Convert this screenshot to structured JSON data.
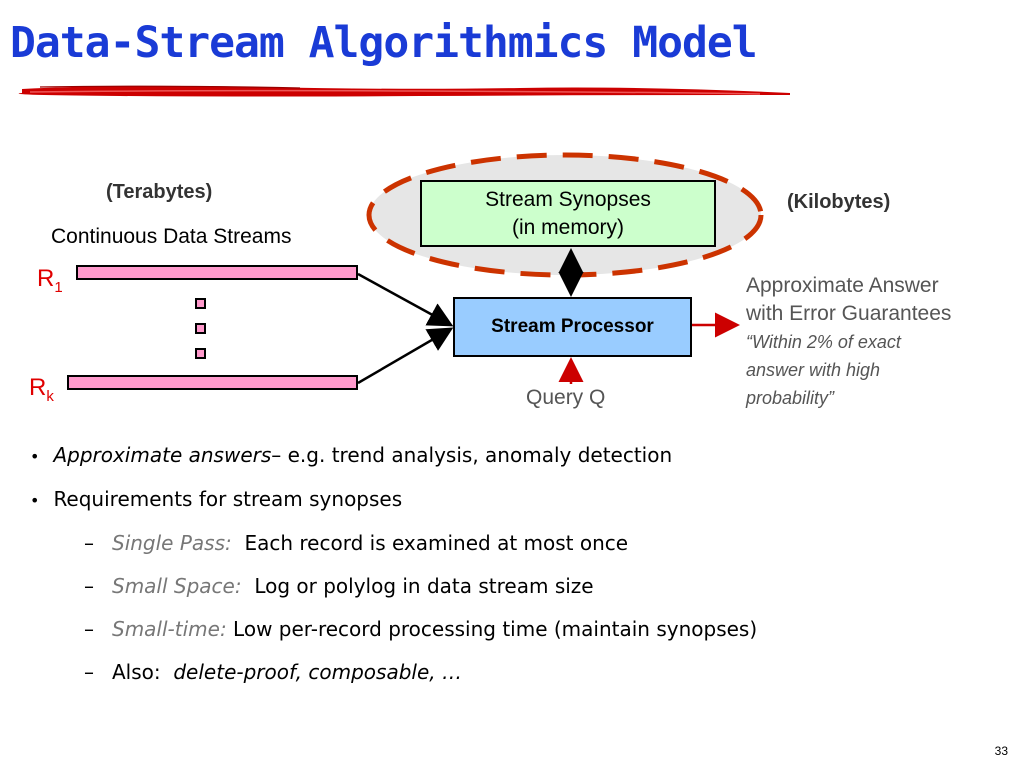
{
  "slide": {
    "title": "Data-Stream Algorithmics Model",
    "page_number": "33"
  },
  "diagram": {
    "terabytes": "(Terabytes)",
    "kilobytes": "(Kilobytes)",
    "streams_label": "Continuous Data Streams",
    "r1_main": "R",
    "r1_sub": "1",
    "rk_main": "R",
    "rk_sub": "k",
    "synopses_line1": "Stream Synopses",
    "synopses_line2": "(in memory)",
    "processor": "Stream Processor",
    "answer_line1": "Approximate Answer",
    "answer_line2": "with Error Guarantees",
    "answer_quote1": "“Within 2% of exact",
    "answer_quote2": "answer with high",
    "answer_quote3": "probability”",
    "query": "Query Q"
  },
  "bullets": {
    "b1_italic": "Approximate answers",
    "b1_rest": "– e.g. trend analysis, anomaly detection",
    "b2": "Requirements for stream synopses",
    "s1_label": "Single Pass:",
    "s1_text": "Each record is examined at most once",
    "s2_label": "Small Space:",
    "s2_text": "Log or polylog in data stream size",
    "s3_label": "Small-time:",
    "s3_text": "Low per-record processing time (maintain synopses)",
    "s4_label": "Also:",
    "s4_text": "delete-proof, composable, …",
    "bullet_char": "•",
    "dash_char": "–"
  },
  "colors": {
    "title": "#1a3bd6",
    "stream_bar": "#ff99cc",
    "synopses_box": "#ccffcc",
    "processor_box": "#99ccff",
    "ellipse_dash": "#cc3300",
    "arrow_red": "#cc0000"
  }
}
